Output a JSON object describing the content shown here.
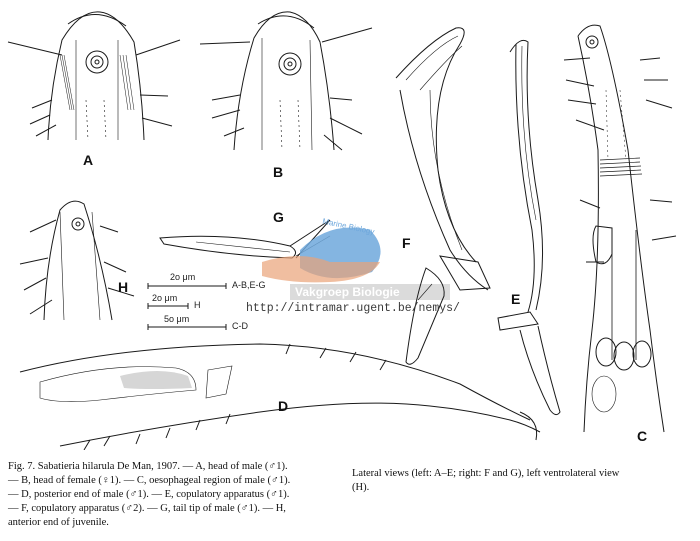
{
  "panels": {
    "A": "A",
    "B": "B",
    "C": "C",
    "D": "D",
    "E": "E",
    "F": "F",
    "G": "G",
    "H": "H"
  },
  "scale_bars": [
    {
      "value": "2o μm",
      "applies": "A-B,E-G"
    },
    {
      "value": "2o μm",
      "applies": "H"
    },
    {
      "value": "5o μm",
      "applies": "C-D"
    }
  ],
  "watermark": {
    "arc_text": "Marine Biology",
    "band_text": "Vakgroep Biologie",
    "url": "http://intramar.ugent.be/nemys/",
    "colors": {
      "blue": "#6fa8dc",
      "orange": "#e9a278"
    }
  },
  "caption": {
    "left_lines": [
      "Fig. 7. Sabatieria hilarula De Man, 1907. — A, head of male (♂1).",
      "— B, head of female (♀1). — C, oesophageal region of male (♂1).",
      "— D, posterior end of male (♂1). — E, copulatory apparatus (♂1).",
      "— F, copulatory apparatus (♂2). — G, tail tip of male (♂1). — H,",
      "anterior end of juvenile."
    ],
    "right_lines": [
      "Lateral views (left: A–E; right: F and G), left ventrolateral view",
      "(H)."
    ]
  }
}
